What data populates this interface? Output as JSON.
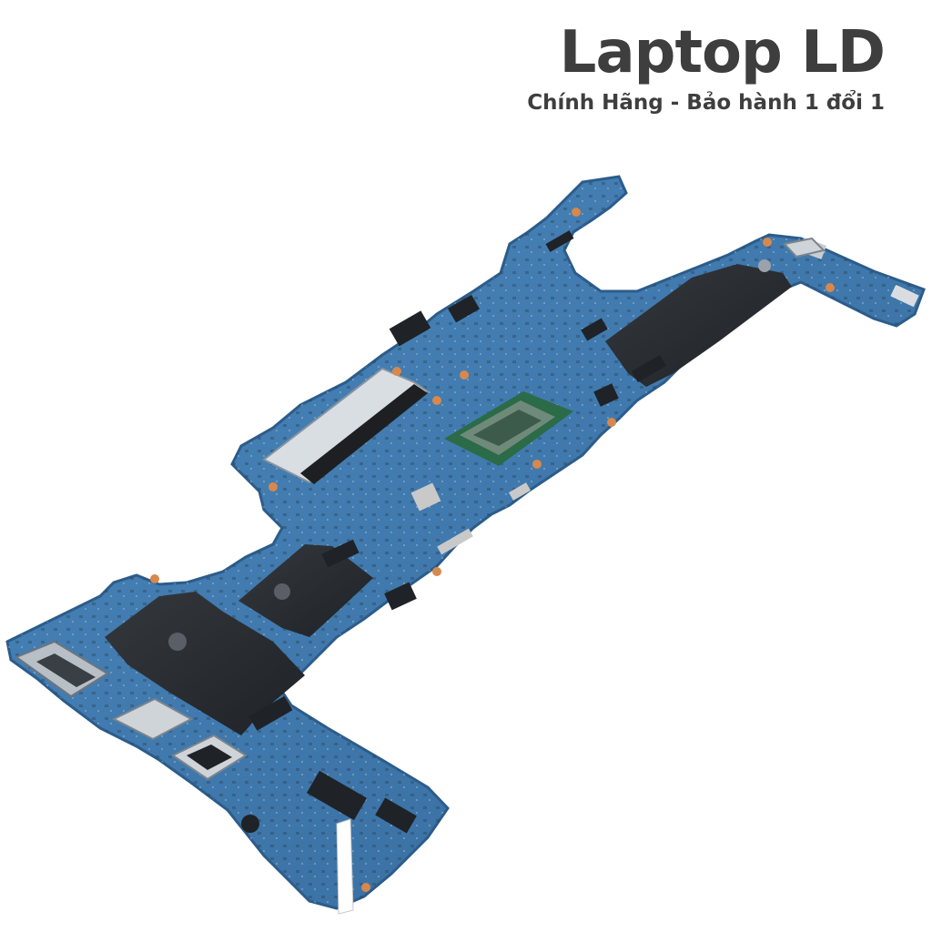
{
  "brand": {
    "title": "Laptop LD",
    "subtitle": "Chính Hãng - Bảo hành 1 đổi 1"
  },
  "photo": {
    "subject": "laptop-motherboard",
    "colors": {
      "background": "#ffffff",
      "pcb": "#3f7ab0",
      "pcb_edge": "#2c5c8a",
      "heatsink": "#2a2d31",
      "cpu": "#3c5a45",
      "text": "#3e3e3e"
    }
  }
}
